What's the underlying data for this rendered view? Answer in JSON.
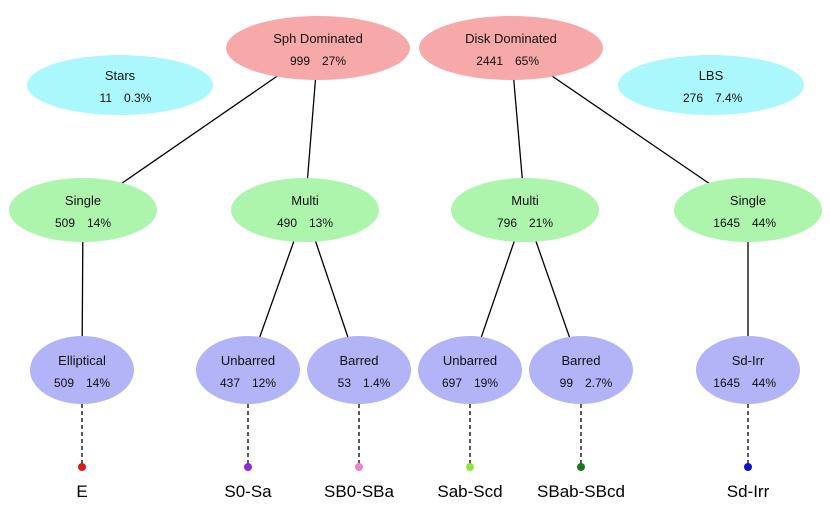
{
  "colors": {
    "top": "#f7a8a8",
    "side": "#aaf8fb",
    "mid": "#adf5ad",
    "bottom": "#b3b3f7",
    "edge": "#000000"
  },
  "nodes": [
    {
      "id": "sph",
      "label": "Sph Dominated",
      "count": "999",
      "pct": "27%",
      "tier": "top"
    },
    {
      "id": "disk",
      "label": "Disk Dominated",
      "count": "2441",
      "pct": "65%",
      "tier": "top"
    },
    {
      "id": "stars",
      "label": "Stars",
      "count": "11",
      "pct": "0.3%",
      "tier": "side"
    },
    {
      "id": "lbs",
      "label": "LBS",
      "count": "276",
      "pct": "7.4%",
      "tier": "side"
    },
    {
      "id": "sph_single",
      "label": "Single",
      "count": "509",
      "pct": "14%",
      "tier": "mid"
    },
    {
      "id": "sph_multi",
      "label": "Multi",
      "count": "490",
      "pct": "13%",
      "tier": "mid"
    },
    {
      "id": "disk_multi",
      "label": "Multi",
      "count": "796",
      "pct": "21%",
      "tier": "mid"
    },
    {
      "id": "disk_single",
      "label": "Single",
      "count": "1645",
      "pct": "44%",
      "tier": "mid"
    },
    {
      "id": "elliptical",
      "label": "Elliptical",
      "count": "509",
      "pct": "14%",
      "tier": "bottom"
    },
    {
      "id": "sph_unbarred",
      "label": "Unbarred",
      "count": "437",
      "pct": "12%",
      "tier": "bottom"
    },
    {
      "id": "sph_barred",
      "label": "Barred",
      "count": "53",
      "pct": "1.4%",
      "tier": "bottom"
    },
    {
      "id": "disk_unbarred",
      "label": "Unbarred",
      "count": "697",
      "pct": "19%",
      "tier": "bottom"
    },
    {
      "id": "disk_barred",
      "label": "Barred",
      "count": "99",
      "pct": "2.7%",
      "tier": "bottom"
    },
    {
      "id": "sdirr",
      "label": "Sd-Irr",
      "count": "1645",
      "pct": "44%",
      "tier": "bottom"
    }
  ],
  "edges": [
    [
      "sph",
      "sph_single"
    ],
    [
      "sph",
      "sph_multi"
    ],
    [
      "disk",
      "disk_multi"
    ],
    [
      "disk",
      "disk_single"
    ],
    [
      "sph_single",
      "elliptical"
    ],
    [
      "sph_multi",
      "sph_unbarred"
    ],
    [
      "sph_multi",
      "sph_barred"
    ],
    [
      "disk_multi",
      "disk_unbarred"
    ],
    [
      "disk_multi",
      "disk_barred"
    ],
    [
      "disk_single",
      "sdirr"
    ]
  ],
  "leaves": [
    {
      "from": "elliptical",
      "label": "E",
      "color": "#e01818"
    },
    {
      "from": "sph_unbarred",
      "label": "S0-Sa",
      "color": "#8a2be2"
    },
    {
      "from": "sph_barred",
      "label": "SB0-SBa",
      "color": "#ee82c8"
    },
    {
      "from": "disk_unbarred",
      "label": "Sab-Scd",
      "color": "#8ee83a"
    },
    {
      "from": "disk_barred",
      "label": "SBab-SBcd",
      "color": "#1a7a1a"
    },
    {
      "from": "sdirr",
      "label": "Sd-Irr",
      "color": "#1010d0"
    }
  ]
}
